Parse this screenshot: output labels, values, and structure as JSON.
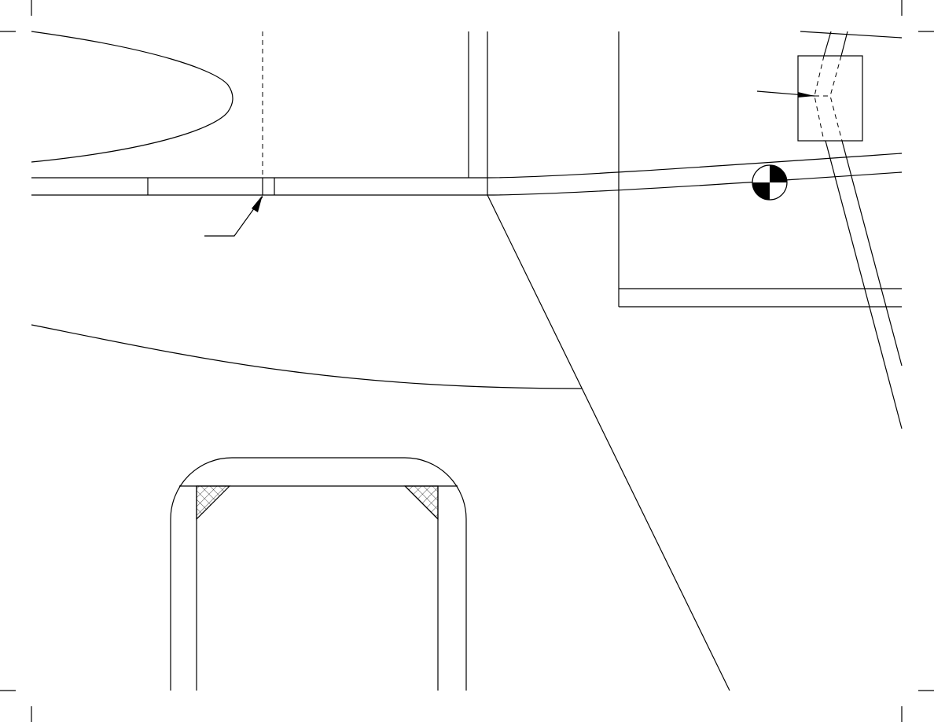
{
  "drawing": {
    "line_color": "#000000",
    "background": "#ffffff",
    "symbols": [
      "center-of-gravity-marker",
      "leader-arrow",
      "weld-hatch"
    ]
  }
}
